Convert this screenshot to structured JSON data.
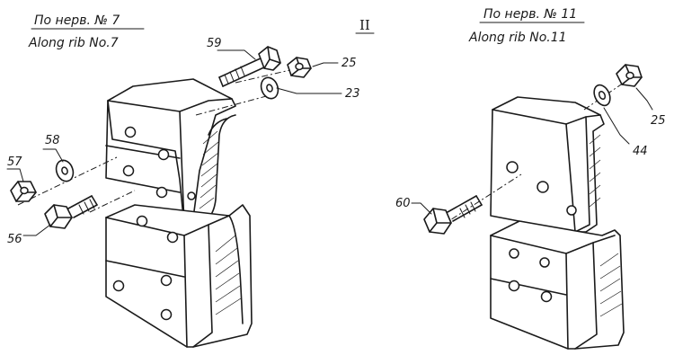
{
  "left_view": {
    "title_ru": "По нерв. № 7",
    "title_en": "Along rib No.7",
    "view_mark": "II",
    "callouts": [
      "59",
      "25",
      "23",
      "58",
      "57",
      "56"
    ]
  },
  "right_view": {
    "title_ru": "По нерв. № 11",
    "title_en": "Along rib No.11",
    "callouts": [
      "25",
      "44",
      "60"
    ]
  }
}
